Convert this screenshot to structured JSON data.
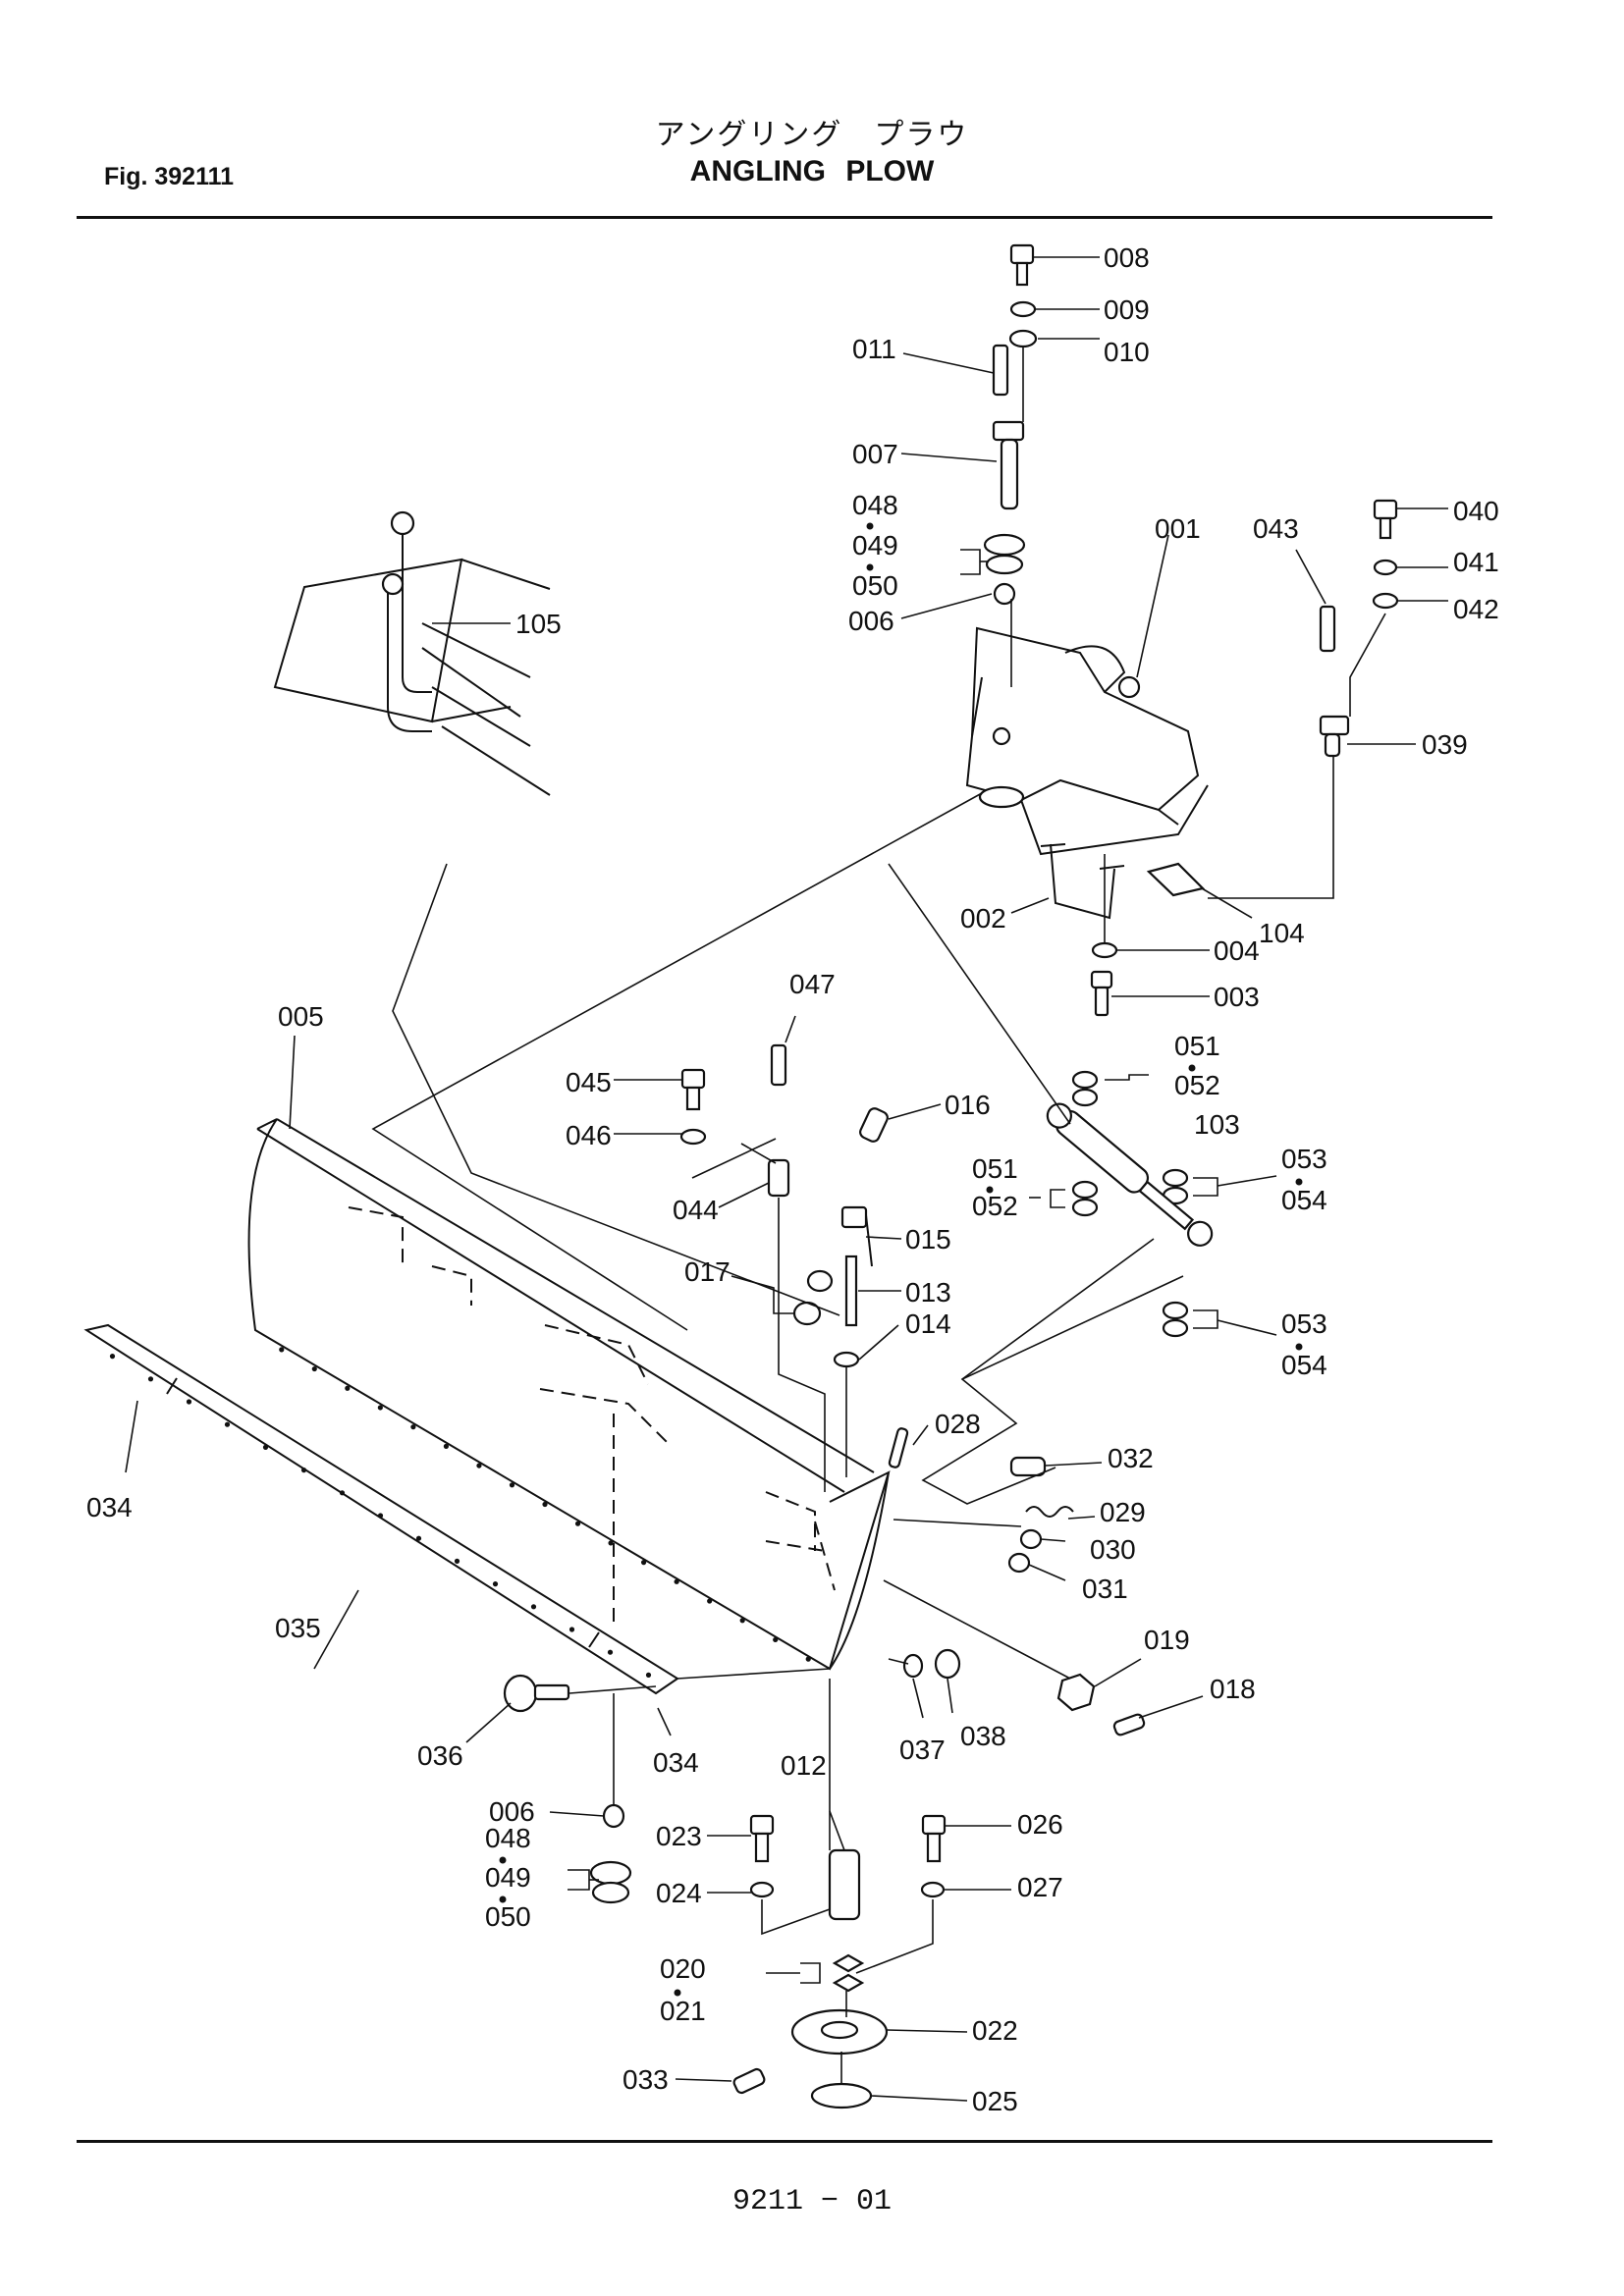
{
  "header": {
    "title_jp": "アングリング　プラウ",
    "title_en": "ANGLING  PLOW",
    "figure": "Fig.  392111"
  },
  "footer": {
    "page_code": "9211 − 01"
  },
  "callouts": {
    "c001": "001",
    "c002": "002",
    "c003": "003",
    "c004": "004",
    "c005": "005",
    "c006a": "006",
    "c006b": "006",
    "c007": "007",
    "c008": "008",
    "c009": "009",
    "c010": "010",
    "c011": "011",
    "c012": "012",
    "c013": "013",
    "c014": "014",
    "c015": "015",
    "c016": "016",
    "c017": "017",
    "c018": "018",
    "c019": "019",
    "c020": "020",
    "c021": "021",
    "c022": "022",
    "c023": "023",
    "c024": "024",
    "c025": "025",
    "c026": "026",
    "c027": "027",
    "c028": "028",
    "c029": "029",
    "c030": "030",
    "c031": "031",
    "c032": "032",
    "c033": "033",
    "c034a": "034",
    "c034b": "034",
    "c035": "035",
    "c036": "036",
    "c037": "037",
    "c038": "038",
    "c039": "039",
    "c040": "040",
    "c041": "041",
    "c042": "042",
    "c043": "043",
    "c044": "044",
    "c045": "045",
    "c046": "046",
    "c047": "047",
    "c048a": "048",
    "c049a": "049",
    "c050a": "050",
    "c048b": "048",
    "c049b": "049",
    "c050b": "050",
    "c051a": "051",
    "c052a": "052",
    "c051b": "051",
    "c052b": "052",
    "c053a": "053",
    "c054a": "054",
    "c053b": "053",
    "c054b": "054",
    "c103": "103",
    "c104": "104",
    "c105": "105"
  }
}
